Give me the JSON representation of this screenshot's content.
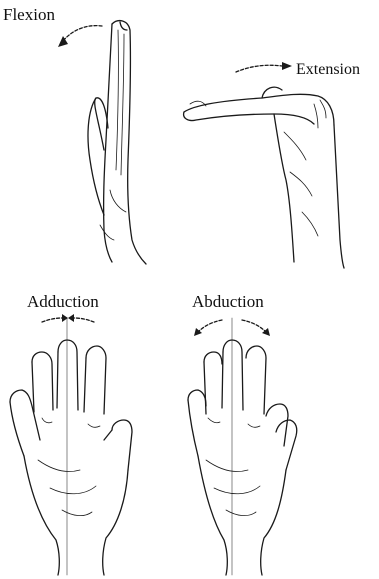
{
  "labels": {
    "flexion": "Flexion",
    "extension": "Extension",
    "adduction": "Adduction",
    "abduction": "Abduction"
  },
  "icons": [
    "flexion-arrow-icon",
    "extension-arrow-icon",
    "adduction-arrows-icon",
    "abduction-arrows-icon"
  ]
}
